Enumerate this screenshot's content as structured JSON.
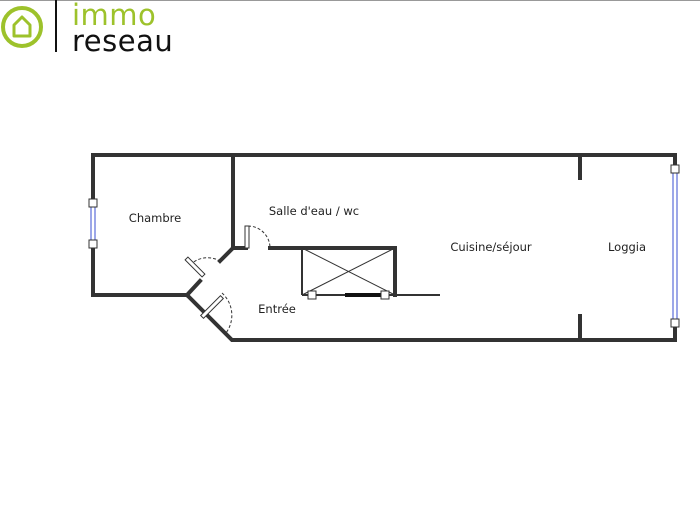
{
  "logo": {
    "line1": "immo",
    "line2": "reseau",
    "accent": "#9dc22b",
    "dark": "#111111"
  },
  "rooms": [
    {
      "name": "Chambre"
    },
    {
      "name": "Salle d'eau / wc"
    },
    {
      "name": "Cuisine/séjour"
    },
    {
      "name": "Loggia"
    },
    {
      "name": "Entrée"
    }
  ],
  "colors": {
    "wall": "#333333",
    "window": "#3a4fd0"
  }
}
